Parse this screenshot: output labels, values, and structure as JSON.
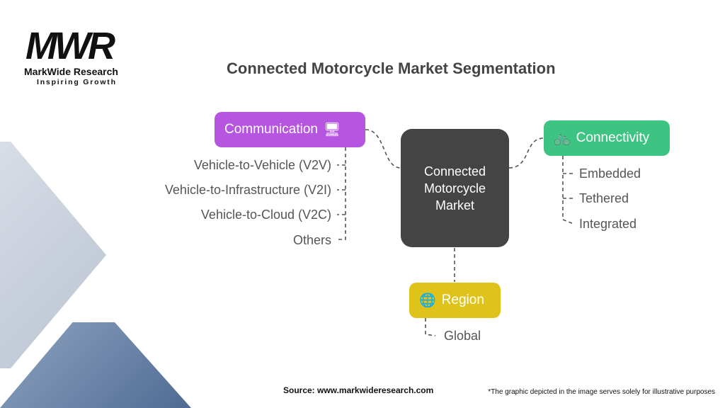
{
  "logo": {
    "mark": "MWR",
    "name": "MarkWide Research",
    "tagline": "Inspiring Growth"
  },
  "title": "Connected Motorcycle Market Segmentation",
  "center": "Connected Motorcycle Market",
  "branches": {
    "communication": {
      "label": "Communication",
      "color": "#b656e0",
      "icon": "satellite-computer-icon",
      "items": [
        "Vehicle-to-Vehicle (V2V)",
        "Vehicle-to-Infrastructure (V2I)",
        "Vehicle-to-Cloud (V2C)",
        "Others"
      ]
    },
    "connectivity": {
      "label": "Connectivity",
      "color": "#3ec482",
      "icon": "bicycle-network-icon",
      "items": [
        "Embedded",
        "Tethered",
        "Integrated"
      ]
    },
    "region": {
      "label": "Region",
      "color": "#e0c31a",
      "icon": "globe-icon",
      "items": [
        "Global"
      ]
    }
  },
  "footer": {
    "source": "Source: www.markwideresearch.com",
    "note": "*The graphic depicted in the image serves solely for illustrative purposes"
  }
}
